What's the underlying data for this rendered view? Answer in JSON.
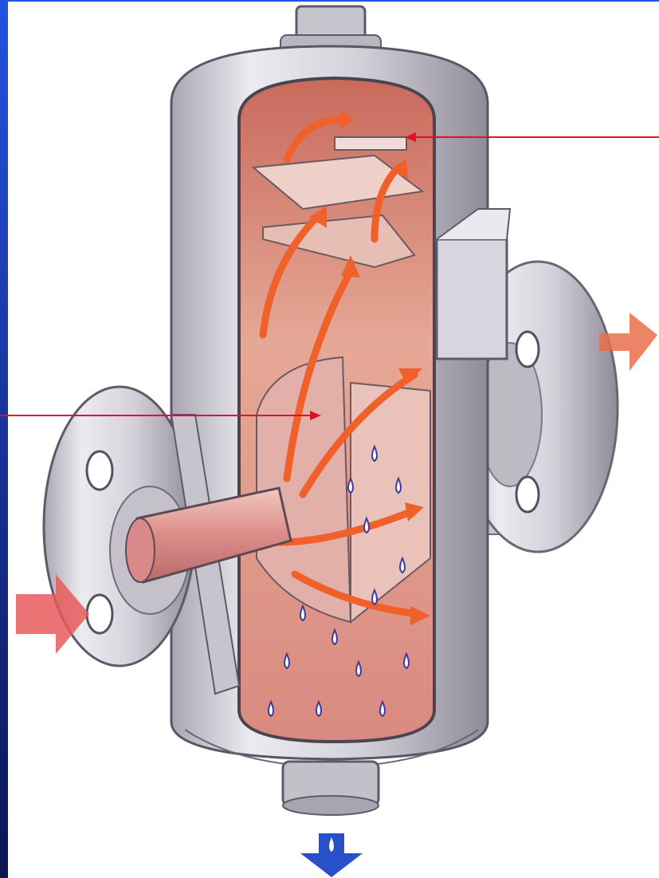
{
  "diagram": {
    "subject": "cutaway-separator-vessel",
    "callouts": [
      {
        "id": "top-baffle"
      },
      {
        "id": "inlet-vanes"
      }
    ],
    "flows": {
      "inlet": {
        "icon": "inlet-arrow-icon"
      },
      "outlet": {
        "icon": "outlet-arrow-icon"
      },
      "drain": {
        "icon": "drain-arrow-icon"
      }
    }
  },
  "colors": {
    "slide_blue_top": "#1f4fd8",
    "slide_blue_bottom": "#0a1450",
    "leader_line": "#e0102a",
    "steel": "#d9d6dd",
    "steel_shadow": "#8d8a96",
    "interior": "#d88a78",
    "flow_arrow": "#f0602a",
    "drain_arrow": "#2850c8"
  }
}
